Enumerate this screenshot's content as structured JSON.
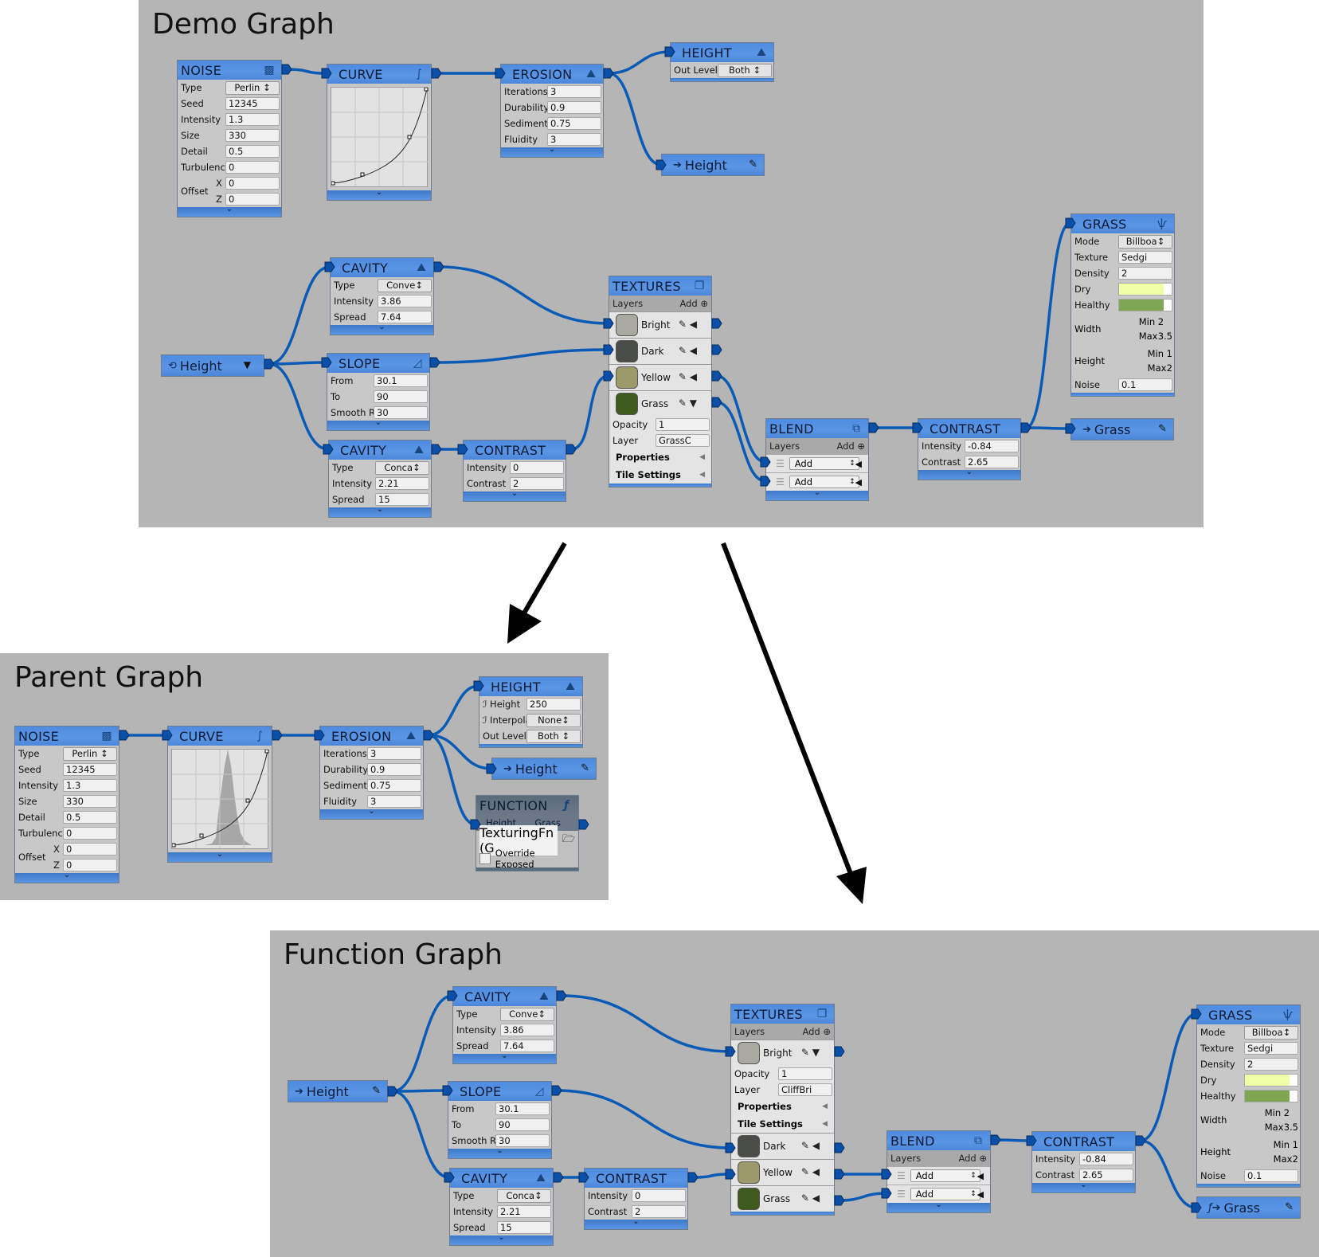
{
  "colors": {
    "panel_bg": "#b5b5b5",
    "node_header": "#5a96e4",
    "wire": "#0a5bb5",
    "port": "#0a4fa8",
    "dry_color": "#eeffa6",
    "healthy_color": "#7ea655"
  },
  "demo": {
    "title": "Demo Graph",
    "noise": {
      "title": "NOISE",
      "fields": [
        {
          "label": "Type",
          "value": "Perlin ↕",
          "kind": "select"
        },
        {
          "label": "Seed",
          "value": "12345"
        },
        {
          "label": "Intensity",
          "value": "1.3"
        },
        {
          "label": "Size",
          "value": "330"
        },
        {
          "label": "Detail",
          "value": "0.5"
        },
        {
          "label": "Turbulence",
          "value": "0"
        }
      ],
      "offset_label": "Offset",
      "offset_x_label": "X",
      "offset_x": "0",
      "offset_z_label": "Z",
      "offset_z": "0"
    },
    "curve": {
      "title": "CURVE"
    },
    "erosion": {
      "title": "EROSION",
      "fields": [
        {
          "label": "Iterations",
          "value": "3"
        },
        {
          "label": "Durability",
          "value": "0.9"
        },
        {
          "label": "Sediment",
          "value": "0.75"
        },
        {
          "label": "Fluidity",
          "value": "3"
        }
      ]
    },
    "height_portal": {
      "title": "HEIGHT",
      "fields": [
        {
          "label": "Out Level",
          "value": "Both ↕"
        }
      ]
    },
    "height_output": {
      "label": "Height"
    },
    "height_input": {
      "label": "Height"
    },
    "cavity1": {
      "title": "CAVITY",
      "fields": [
        {
          "label": "Type",
          "value": "Conve↕"
        },
        {
          "label": "Intensity",
          "value": "3.86"
        },
        {
          "label": "Spread",
          "value": "7.64"
        }
      ]
    },
    "slope": {
      "title": "SLOPE",
      "fields": [
        {
          "label": "From",
          "value": "30.1"
        },
        {
          "label": "To",
          "value": "90"
        },
        {
          "label": "Smooth Rar",
          "value": "30"
        }
      ]
    },
    "cavity2": {
      "title": "CAVITY",
      "fields": [
        {
          "label": "Type",
          "value": "Conca↕"
        },
        {
          "label": "Intensity",
          "value": "2.21"
        },
        {
          "label": "Spread",
          "value": "15"
        }
      ]
    },
    "contrast1": {
      "title": "CONTRAST",
      "fields": [
        {
          "label": "Intensity",
          "value": "0"
        },
        {
          "label": "Contrast",
          "value": "2"
        }
      ]
    },
    "textures": {
      "title": "TEXTURES",
      "layers_label": "Layers",
      "add_label": "Add",
      "layers": [
        {
          "name": "Bright",
          "color": "#a9a9a2"
        },
        {
          "name": "Dark",
          "color": "#4a4c48"
        },
        {
          "name": "Yellow",
          "color": "#9c9a6a"
        },
        {
          "name": "Grass",
          "color": "#3e5a1c"
        }
      ],
      "expanded": {
        "opacity_label": "Opacity",
        "opacity": "1",
        "layer_label": "Layer",
        "layer": "GrassC",
        "properties": "Properties",
        "tile_settings": "Tile Settings"
      }
    },
    "blend": {
      "title": "BLEND",
      "layers_label": "Layers",
      "add_label": "Add",
      "rows": [
        "Add",
        "Add"
      ]
    },
    "contrast2": {
      "title": "CONTRAST",
      "fields": [
        {
          "label": "Intensity",
          "value": "-0.84"
        },
        {
          "label": "Contrast",
          "value": "2.65"
        }
      ]
    },
    "grass": {
      "title": "GRASS",
      "mode_label": "Mode",
      "mode": "Billboa↕",
      "texture_label": "Texture",
      "texture": "Sedgі",
      "density_label": "Density",
      "density": "2",
      "dry_label": "Dry",
      "healthy_label": "Healthy",
      "width_label": "Width",
      "height_label": "Height",
      "min_label": "Min",
      "max_label": "Max",
      "width_min": "2",
      "width_max": "3.5",
      "height_min": "1",
      "height_max": "2",
      "noise_label": "Noise",
      "noise": "0.1"
    },
    "grass_output": {
      "label": "Grass"
    }
  },
  "parent": {
    "title": "Parent Graph",
    "noise": {
      "title": "NOISE",
      "fields": [
        {
          "label": "Type",
          "value": "Perlin ↕",
          "kind": "select"
        },
        {
          "label": "Seed",
          "value": "12345"
        },
        {
          "label": "Intensity",
          "value": "1.3"
        },
        {
          "label": "Size",
          "value": "330"
        },
        {
          "label": "Detail",
          "value": "0.5"
        },
        {
          "label": "Turbulence",
          "value": "0"
        }
      ],
      "offset_label": "Offset",
      "offset_x_label": "X",
      "offset_x": "0",
      "offset_z_label": "Z",
      "offset_z": "0"
    },
    "curve": {
      "title": "CURVE"
    },
    "erosion": {
      "title": "EROSION",
      "fields": [
        {
          "label": "Iterations",
          "value": "3"
        },
        {
          "label": "Durability",
          "value": "0.9"
        },
        {
          "label": "Sediment",
          "value": "0.75"
        },
        {
          "label": "Fluidity",
          "value": "3"
        }
      ]
    },
    "height_portal": {
      "title": "HEIGHT",
      "fields": [
        {
          "label": "ℐ Height",
          "value": "250"
        },
        {
          "label": "ℐ Interpolate",
          "value": "None↕"
        },
        {
          "label": "Out Level",
          "value": "Both ↕"
        }
      ]
    },
    "height_output": {
      "label": "Height"
    },
    "function": {
      "title": "FUNCTION",
      "input_label": "Height",
      "output_label": "Grass",
      "asset": "TexturingFn (G",
      "override_label": "Override Exposed",
      "override_checked": false
    }
  },
  "function_graph": {
    "title": "Function Graph",
    "height_input": {
      "label": "Height"
    },
    "cavity1": {
      "title": "CAVITY",
      "fields": [
        {
          "label": "Type",
          "value": "Conve↕"
        },
        {
          "label": "Intensity",
          "value": "3.86"
        },
        {
          "label": "Spread",
          "value": "7.64"
        }
      ]
    },
    "slope": {
      "title": "SLOPE",
      "fields": [
        {
          "label": "From",
          "value": "30.1"
        },
        {
          "label": "To",
          "value": "90"
        },
        {
          "label": "Smooth Rar",
          "value": "30"
        }
      ]
    },
    "cavity2": {
      "title": "CAVITY",
      "fields": [
        {
          "label": "Type",
          "value": "Conca↕"
        },
        {
          "label": "Intensity",
          "value": "2.21"
        },
        {
          "label": "Spread",
          "value": "15"
        }
      ]
    },
    "contrast1": {
      "title": "CONTRAST",
      "fields": [
        {
          "label": "Intensity",
          "value": "0"
        },
        {
          "label": "Contrast",
          "value": "2"
        }
      ]
    },
    "textures": {
      "title": "TEXTURES",
      "layers_label": "Layers",
      "add_label": "Add",
      "layers": [
        {
          "name": "Bright",
          "color": "#a9a9a2"
        },
        {
          "name": "Dark",
          "color": "#4a4c48"
        },
        {
          "name": "Yellow",
          "color": "#9c9a6a"
        },
        {
          "name": "Grass",
          "color": "#3e5a1c"
        }
      ],
      "expanded": {
        "opacity_label": "Opacity",
        "opacity": "1",
        "layer_label": "Layer",
        "layer": "CliffBri",
        "properties": "Properties",
        "tile_settings": "Tile Settings"
      }
    },
    "blend": {
      "title": "BLEND",
      "layers_label": "Layers",
      "add_label": "Add",
      "rows": [
        "Add",
        "Add"
      ]
    },
    "contrast2": {
      "title": "CONTRAST",
      "fields": [
        {
          "label": "Intensity",
          "value": "-0.84"
        },
        {
          "label": "Contrast",
          "value": "2.65"
        }
      ]
    },
    "grass": {
      "title": "GRASS",
      "mode_label": "Mode",
      "mode": "Billboa↕",
      "texture_label": "Texture",
      "texture": "Sedgі",
      "density_label": "Density",
      "density": "2",
      "dry_label": "Dry",
      "healthy_label": "Healthy",
      "width_label": "Width",
      "height_label": "Height",
      "min_label": "Min",
      "max_label": "Max",
      "width_min": "2",
      "width_max": "3.5",
      "height_min": "1",
      "height_max": "2",
      "noise_label": "Noise",
      "noise": "0.1"
    },
    "grass_output": {
      "label": "Grass"
    }
  }
}
